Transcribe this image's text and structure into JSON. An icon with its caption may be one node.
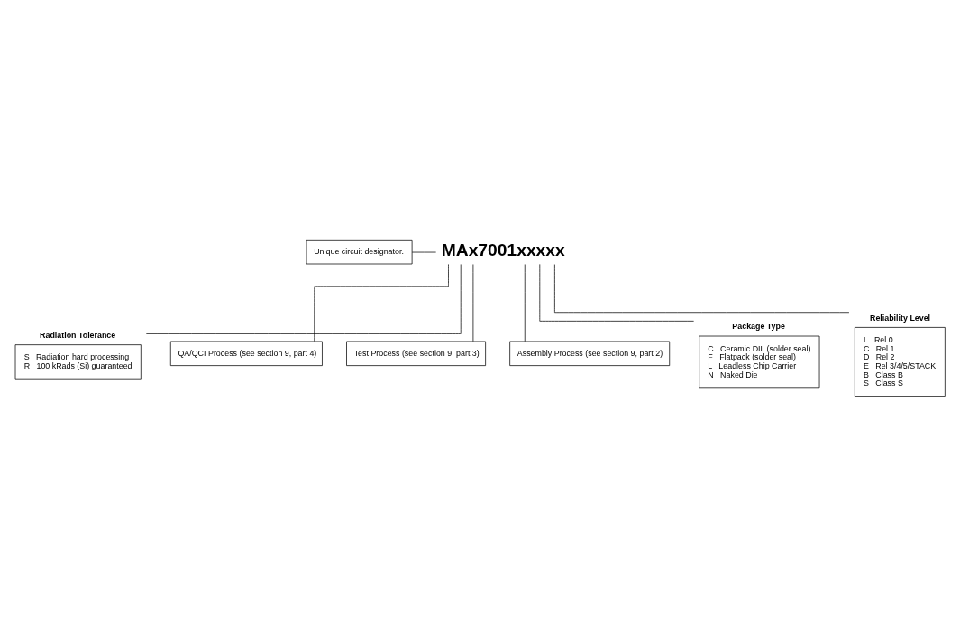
{
  "diagram": {
    "nodes": [
      {
        "text": [
          "Unique circuit designator."
        ]
      },
      {
        "text": [
          "MAx7001xxxxx"
        ]
      },
      {
        "text": [
          "Radiation Tolerance",
          "S   Radiation hard processing",
          "R   100 kRads (Si) guaranteed"
        ]
      },
      {
        "text": [
          "QA/QCI Process (see section 9, part 4)"
        ]
      },
      {
        "text": [
          "Test Process (see section 9, part 3)"
        ]
      },
      {
        "text": [
          "Assembly Process (see section 9, part 2)"
        ]
      },
      {
        "text": [
          "Package Type",
          "C   Ceramic DIL (solder seal)",
          "F   Flatpack (solder seal)",
          "L   Leadless Chip Carrier",
          "N   Naked Die"
        ]
      },
      {
        "text": [
          "Reliability Level",
          "L   Rel 0",
          "C   Rel 1",
          "D   Rel 2",
          "E   Rel 3/4/5/STACK",
          "B   Class B",
          "S   Class S"
        ]
      }
    ],
    "edges": [
      {
        "from": 0,
        "to": 1,
        "arrow": "none"
      },
      {
        "from": 1,
        "to": 2,
        "arrow": "none"
      },
      {
        "from": 1,
        "to": 3,
        "arrow": "none"
      },
      {
        "from": 1,
        "to": 4,
        "arrow": "none"
      },
      {
        "from": 1,
        "to": 5,
        "arrow": "none"
      },
      {
        "from": 1,
        "to": 6,
        "arrow": "none"
      },
      {
        "from": 1,
        "to": 7,
        "arrow": "none"
      }
    ]
  }
}
